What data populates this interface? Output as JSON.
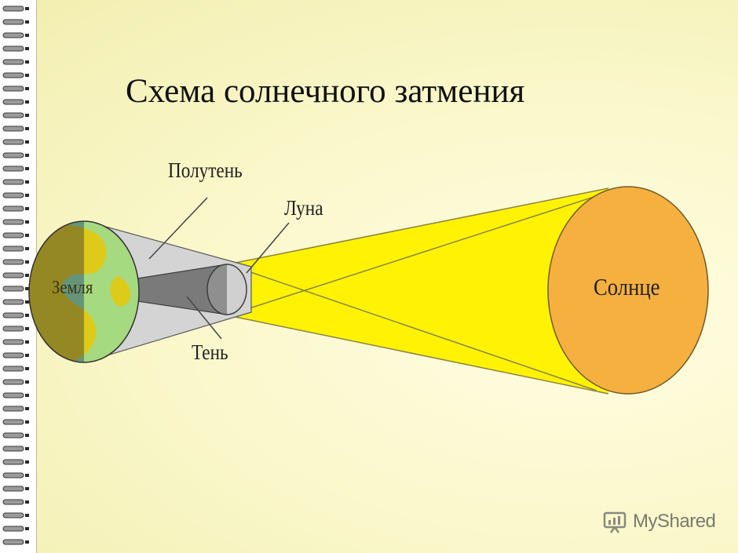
{
  "title": "Схема солнечного затмения",
  "labels": {
    "penumbra": "Полутень",
    "moon": "Луна",
    "umbra": "Тень",
    "sun": "Солнце",
    "earth": "Земля"
  },
  "watermark": "MyShared",
  "colors": {
    "sun": "#f6b040",
    "sun_light": "#fff200",
    "penumbra": "#d2d2d2",
    "umbra": "#7a7a7a",
    "earth_ocean": "#5bc8ea",
    "earth_land": "#c4ae2e",
    "background": "#fbf8cd"
  },
  "icons": [
    "spiral-binding-icon",
    "myshared-logo-icon"
  ]
}
